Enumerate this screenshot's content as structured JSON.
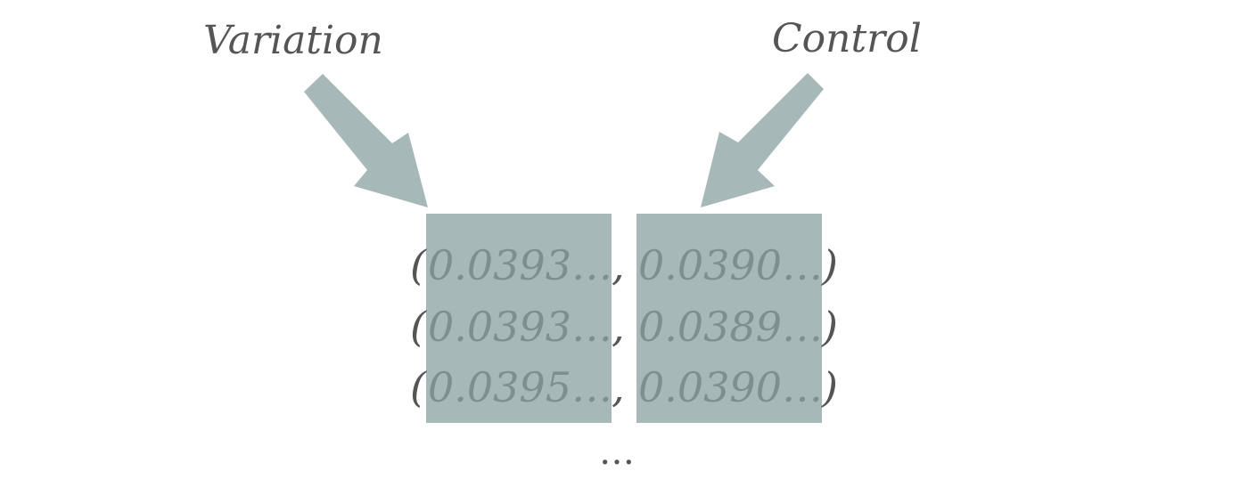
{
  "labels": {
    "variation": "Variation",
    "control": "Control"
  },
  "rows": [
    {
      "open": "(",
      "variation": "0.0393…",
      "sep": ",",
      "control": "0.0390…",
      "close": ")"
    },
    {
      "open": "(",
      "variation": "0.0393…",
      "sep": ",",
      "control": "0.0389…",
      "close": ")"
    },
    {
      "open": "(",
      "variation": "0.0395…",
      "sep": ",",
      "control": "0.0390…",
      "close": ")"
    }
  ],
  "ellipsis": "…",
  "colors": {
    "highlight": "#a6b8b8",
    "text": "#555555",
    "muted_text": "#7e8f8f"
  }
}
